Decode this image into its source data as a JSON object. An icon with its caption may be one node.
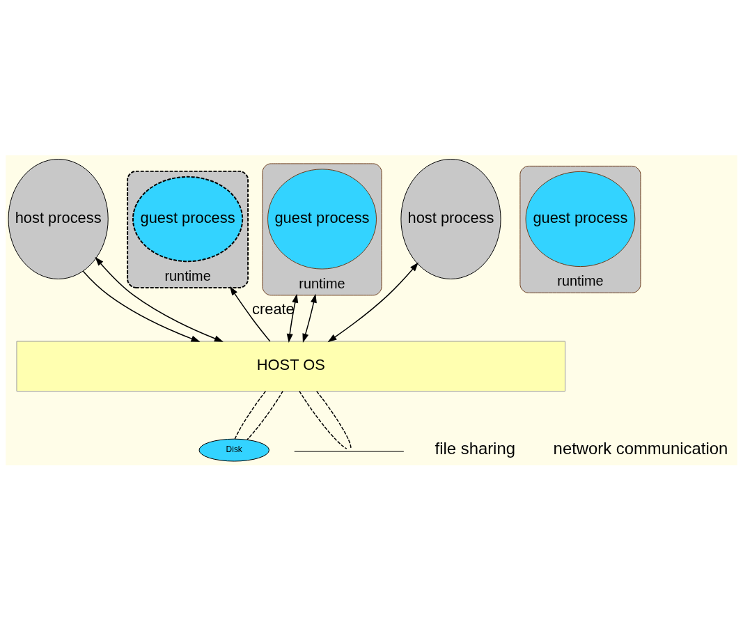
{
  "diagram": {
    "nodes": [
      {
        "text": [
          "host process"
        ]
      },
      {
        "text": [
          "runtime"
        ]
      },
      {
        "text": [
          "guest process"
        ],
        "in": 1
      },
      {
        "text": [
          "runtime"
        ]
      },
      {
        "text": [
          "guest process"
        ],
        "in": 3
      },
      {
        "text": [
          "runtime"
        ]
      },
      {
        "text": [
          "guest process"
        ],
        "in": 5
      },
      {
        "text": [
          "host process"
        ]
      },
      {
        "text": [
          "HOST OS"
        ]
      },
      {
        "text": [
          "Disk"
        ]
      },
      {
        "text": [],
        "shape": "line"
      }
    ],
    "edges": [
      {
        "from": 0,
        "to": 8,
        "arrow": "to"
      },
      {
        "from": 8,
        "to": 1,
        "arrow": "to",
        "label": "create"
      },
      {
        "from": 0,
        "to": 8,
        "arrow": "both"
      },
      {
        "from": 8,
        "to": 9,
        "arrow": "none",
        "style": "dashed"
      },
      {
        "from": 9,
        "to": 8,
        "arrow": "none",
        "style": "dashed"
      },
      {
        "from": 3,
        "to": 8,
        "arrow": "both"
      },
      {
        "from": 3,
        "to": 8,
        "arrow": "both"
      },
      {
        "from": 8,
        "to": 10,
        "arrow": "none",
        "style": "dashed"
      },
      {
        "from": 10,
        "to": 8,
        "arrow": "none",
        "style": "dashed"
      },
      {
        "from": 8,
        "to": 7,
        "arrow": "both"
      }
    ],
    "labels": [
      "file sharing",
      "network communication"
    ]
  }
}
